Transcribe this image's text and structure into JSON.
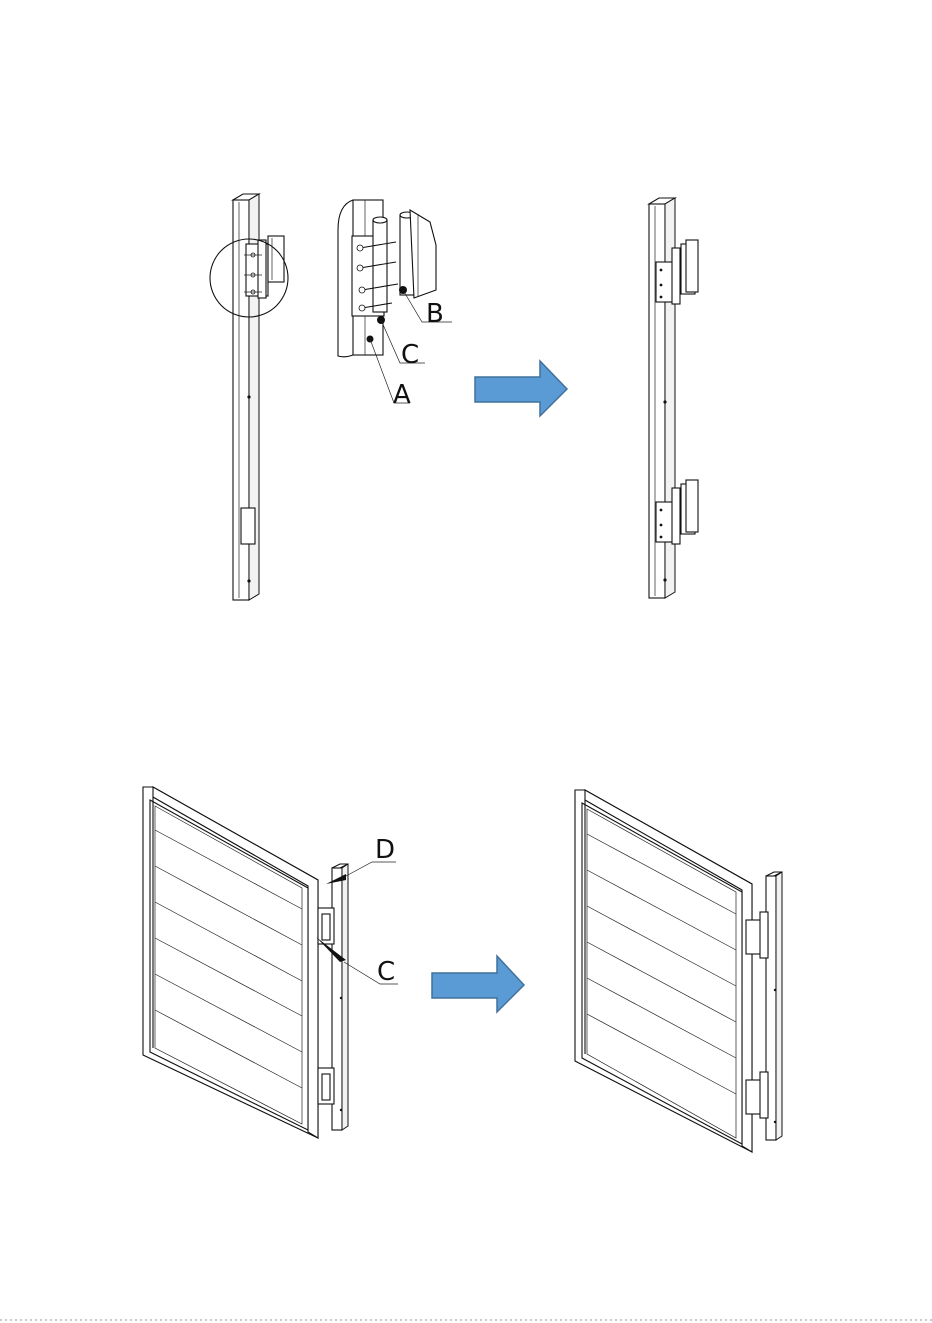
{
  "labels": {
    "a": "A",
    "b": "B",
    "c_top": "C",
    "d": "D",
    "c_bottom": "C"
  },
  "colors": {
    "arrow_fill": "#5b9bd5",
    "arrow_stroke": "#41719c",
    "line": "#111111"
  },
  "icons": {
    "step_arrow": "right-arrow-icon"
  }
}
